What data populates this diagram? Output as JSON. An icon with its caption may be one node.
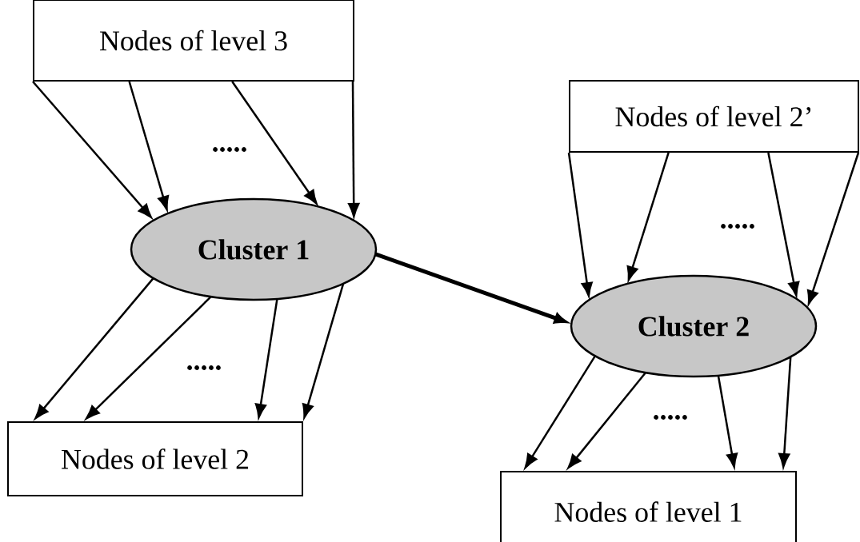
{
  "diagram": {
    "nodes": [
      {
        "text": [
          "Nodes of level 3"
        ]
      },
      {
        "text": [
          "Nodes of level 2’"
        ]
      },
      {
        "text": [
          "Cluster 1"
        ]
      },
      {
        "text": [
          "Cluster 2"
        ]
      },
      {
        "text": [
          "Nodes of level 2"
        ]
      },
      {
        "text": [
          "Nodes of level 1"
        ]
      }
    ],
    "edges": [
      {
        "from": 0,
        "to": 2,
        "arrow": "to"
      },
      {
        "from": 0,
        "to": 2,
        "arrow": "to"
      },
      {
        "from": 0,
        "to": 2,
        "arrow": "to"
      },
      {
        "from": 0,
        "to": 2,
        "arrow": "to"
      },
      {
        "from": 1,
        "to": 3,
        "arrow": "to"
      },
      {
        "from": 1,
        "to": 3,
        "arrow": "to"
      },
      {
        "from": 1,
        "to": 3,
        "arrow": "to"
      },
      {
        "from": 1,
        "to": 3,
        "arrow": "to"
      },
      {
        "from": 2,
        "to": 3,
        "arrow": "to",
        "style": "thick"
      },
      {
        "from": 2,
        "to": 4,
        "arrow": "to"
      },
      {
        "from": 2,
        "to": 4,
        "arrow": "to"
      },
      {
        "from": 2,
        "to": 4,
        "arrow": "to"
      },
      {
        "from": 2,
        "to": 4,
        "arrow": "to"
      },
      {
        "from": 3,
        "to": 5,
        "arrow": "to"
      },
      {
        "from": 3,
        "to": 5,
        "arrow": "to"
      },
      {
        "from": 3,
        "to": 5,
        "arrow": "to"
      },
      {
        "from": 3,
        "to": 5,
        "arrow": "to"
      }
    ],
    "labels": [
      ".....",
      ".....",
      ".....",
      "....."
    ]
  }
}
